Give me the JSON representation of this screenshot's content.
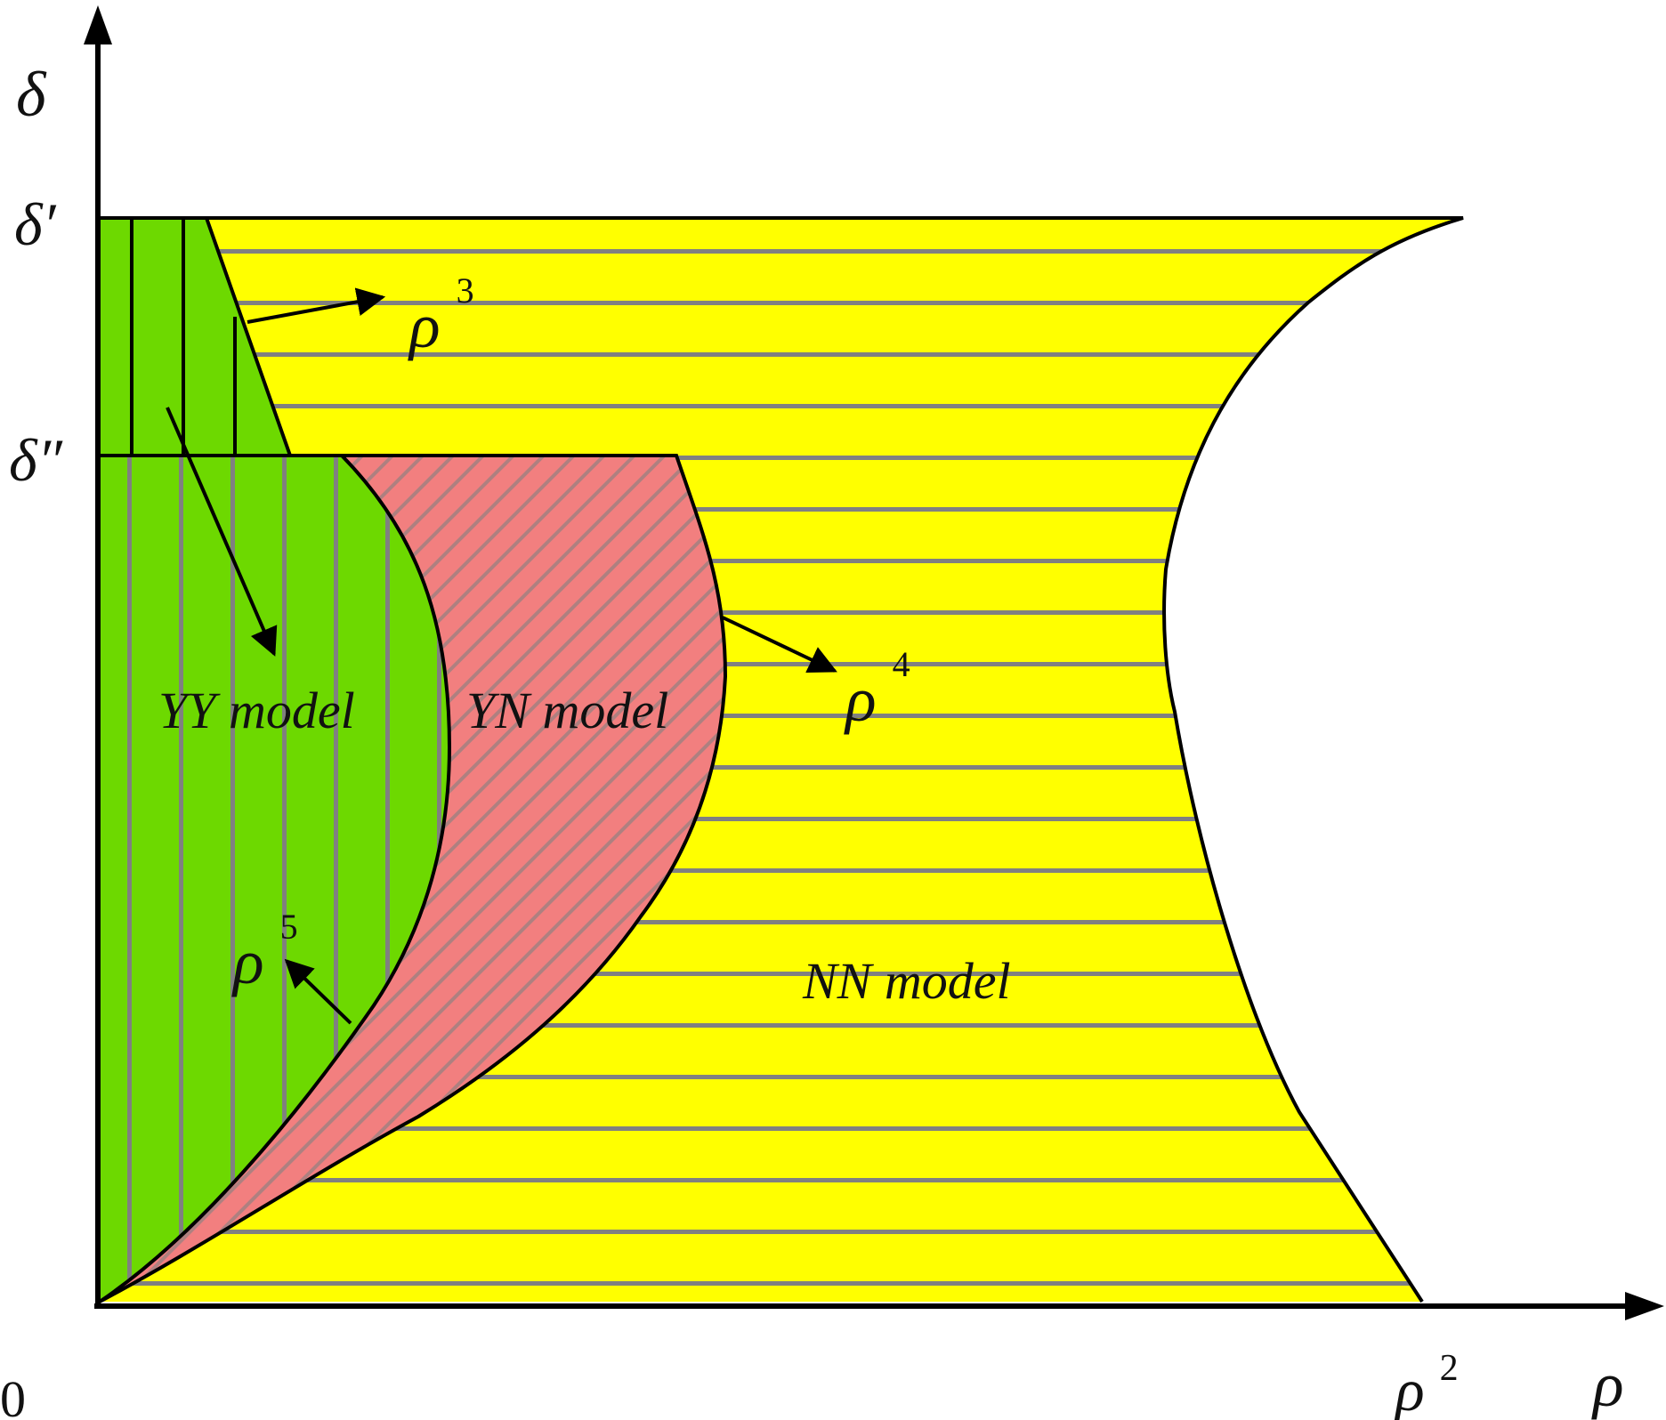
{
  "axes": {
    "origin_label": "0",
    "x_label": "ρ",
    "y_label": "δ",
    "y_tick_upper": "δ′",
    "y_tick_lower": "δ″",
    "x_tick_label_base": "ρ",
    "x_tick_label_sup": "2"
  },
  "regions": {
    "yy": {
      "label": "YY model",
      "color": "#6dd900"
    },
    "yn": {
      "label": "YN model",
      "color": "#f27f7f"
    },
    "nn": {
      "label": "NN model",
      "color": "#ffff00"
    }
  },
  "boundaries": {
    "rho3": {
      "base": "ρ",
      "sup": "3"
    },
    "rho4": {
      "base": "ρ",
      "sup": "4"
    },
    "rho5": {
      "base": "ρ",
      "sup": "5"
    }
  },
  "colors": {
    "stripe": "#808080",
    "outline": "#000000"
  }
}
